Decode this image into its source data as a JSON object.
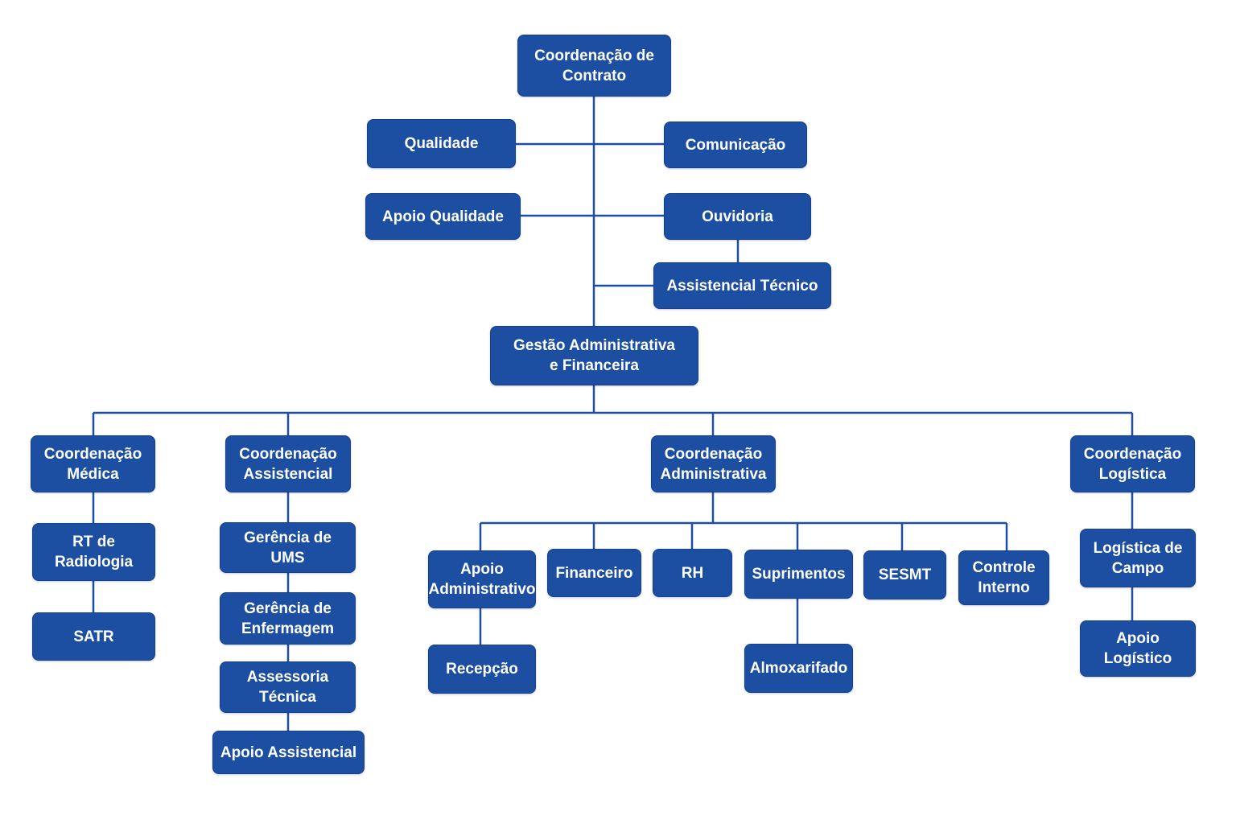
{
  "colors": {
    "node_fill": "#1c4ea2",
    "node_text": "#ffffff",
    "connector": "#1c4ea2",
    "background": "#ffffff"
  },
  "nodes": {
    "coordenacao_contrato": [
      "Coordenação de",
      "Contrato"
    ],
    "qualidade": [
      "Qualidade"
    ],
    "comunicacao": [
      "Comunicação"
    ],
    "apoio_qualidade": [
      "Apoio Qualidade"
    ],
    "ouvidoria": [
      "Ouvidoria"
    ],
    "assistencial_tecnico": [
      "Assistencial Técnico"
    ],
    "gestao_administrativa": [
      "Gestão Administrativa",
      "e Financeira"
    ],
    "coordenacao_medica": [
      "Coordenação",
      "Médica"
    ],
    "rt_radiologia": [
      "RT de",
      "Radiologia"
    ],
    "satr": [
      "SATR"
    ],
    "coordenacao_assistencial": [
      "Coordenação",
      "Assistencial"
    ],
    "gerencia_ums": [
      "Gerência de",
      "UMS"
    ],
    "gerencia_enfermagem": [
      "Gerência de",
      "Enfermagem"
    ],
    "assessoria_tecnica": [
      "Assessoria",
      "Técnica"
    ],
    "apoio_assistencial": [
      "Apoio Assistencial"
    ],
    "coordenacao_administrativa": [
      "Coordenação",
      "Administrativa"
    ],
    "apoio_administrativo": [
      "Apoio",
      "Administrativo"
    ],
    "recepcao": [
      "Recepção"
    ],
    "financeiro": [
      "Financeiro"
    ],
    "rh": [
      "RH"
    ],
    "suprimentos": [
      "Suprimentos"
    ],
    "almoxarifado": [
      "Almoxarifado"
    ],
    "sesmt": [
      "SESMT"
    ],
    "controle_interno": [
      "Controle",
      "Interno"
    ],
    "coordenacao_logistica": [
      "Coordenação",
      "Logística"
    ],
    "logistica_campo": [
      "Logística de",
      "Campo"
    ],
    "apoio_logistico": [
      "Apoio",
      "Logístico"
    ]
  },
  "edges": [
    [
      "coordenacao_contrato",
      "qualidade"
    ],
    [
      "coordenacao_contrato",
      "comunicacao"
    ],
    [
      "coordenacao_contrato",
      "apoio_qualidade"
    ],
    [
      "coordenacao_contrato",
      "ouvidoria"
    ],
    [
      "ouvidoria",
      "assistencial_tecnico"
    ],
    [
      "coordenacao_contrato",
      "assistencial_tecnico"
    ],
    [
      "coordenacao_contrato",
      "gestao_administrativa"
    ],
    [
      "gestao_administrativa",
      "coordenacao_medica"
    ],
    [
      "gestao_administrativa",
      "coordenacao_assistencial"
    ],
    [
      "gestao_administrativa",
      "coordenacao_administrativa"
    ],
    [
      "gestao_administrativa",
      "coordenacao_logistica"
    ],
    [
      "coordenacao_medica",
      "rt_radiologia"
    ],
    [
      "rt_radiologia",
      "satr"
    ],
    [
      "coordenacao_assistencial",
      "gerencia_ums"
    ],
    [
      "gerencia_ums",
      "gerencia_enfermagem"
    ],
    [
      "gerencia_enfermagem",
      "assessoria_tecnica"
    ],
    [
      "assessoria_tecnica",
      "apoio_assistencial"
    ],
    [
      "coordenacao_administrativa",
      "apoio_administrativo"
    ],
    [
      "coordenacao_administrativa",
      "financeiro"
    ],
    [
      "coordenacao_administrativa",
      "rh"
    ],
    [
      "coordenacao_administrativa",
      "suprimentos"
    ],
    [
      "coordenacao_administrativa",
      "sesmt"
    ],
    [
      "coordenacao_administrativa",
      "controle_interno"
    ],
    [
      "apoio_administrativo",
      "recepcao"
    ],
    [
      "suprimentos",
      "almoxarifado"
    ],
    [
      "coordenacao_logistica",
      "logistica_campo"
    ],
    [
      "logistica_campo",
      "apoio_logistico"
    ]
  ]
}
